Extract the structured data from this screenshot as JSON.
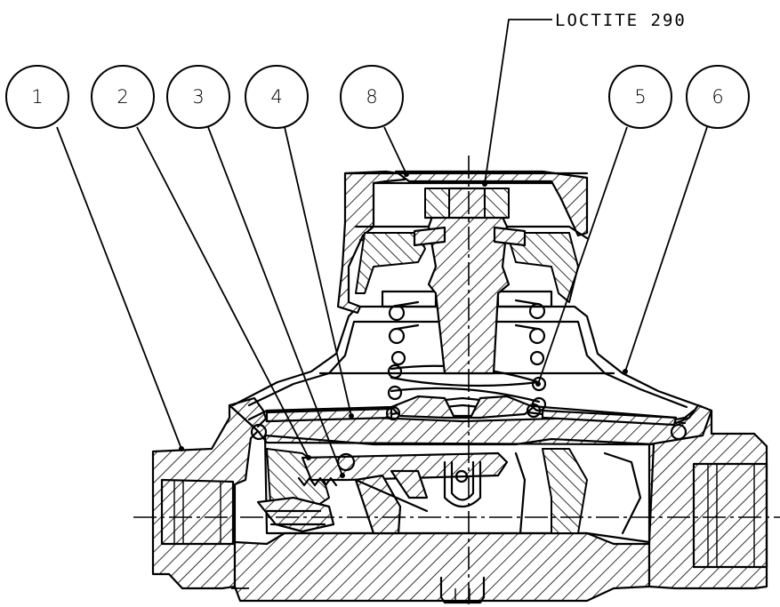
{
  "balloons": [
    {
      "label": "1"
    },
    {
      "label": "2"
    },
    {
      "label": "3"
    },
    {
      "label": "4"
    },
    {
      "label": "8"
    },
    {
      "label": "5"
    },
    {
      "label": "6"
    }
  ],
  "note": {
    "text": "LOCTITE 290"
  }
}
